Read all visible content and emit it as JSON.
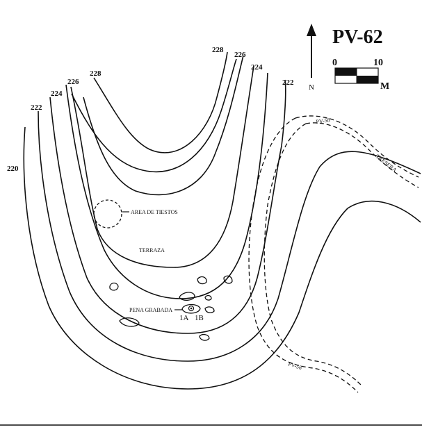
{
  "site": {
    "title": "PV-62"
  },
  "north_arrow": {
    "label": "N"
  },
  "scale_bar": {
    "start": "0",
    "end": "10",
    "unit": "M"
  },
  "contour_labels": [
    "220",
    "222",
    "224",
    "226",
    "228",
    "228",
    "226",
    "224",
    "222"
  ],
  "features": {
    "area_tiestos": "AREA DE TIESTOS",
    "terraza": "TERRAZA",
    "pena_grabada": "PENA GRABADA",
    "rock_1a": "1A",
    "rock_1b": "1B"
  },
  "trails": {
    "upper": "PV-58",
    "lower": "PV-58",
    "road": "TRESERA"
  }
}
